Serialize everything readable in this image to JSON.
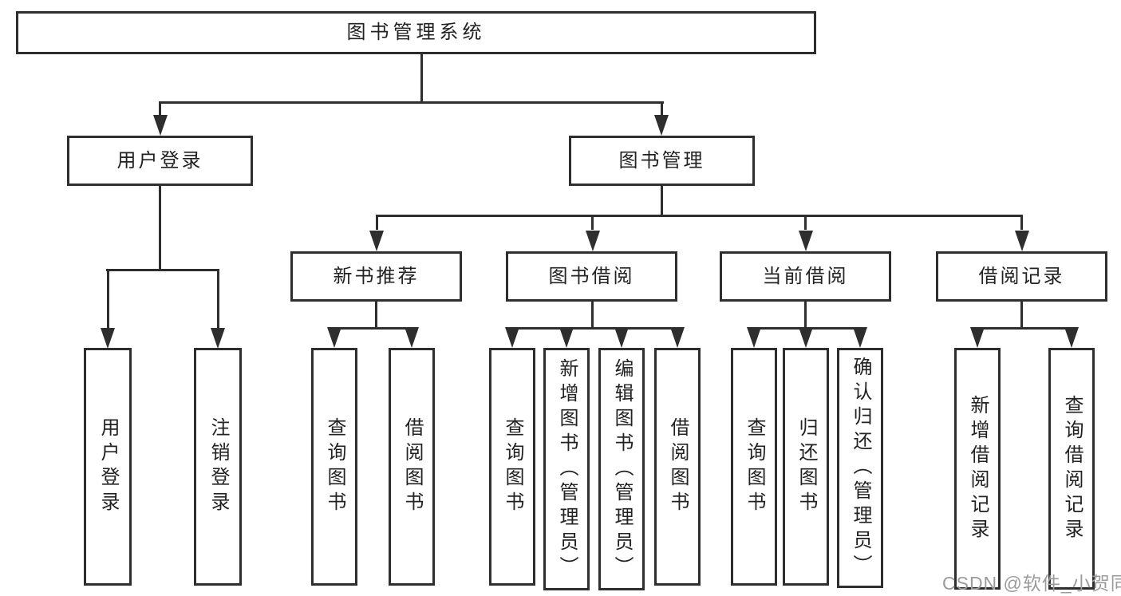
{
  "diagram": {
    "title_node": "图书管理系统",
    "root": {
      "label": "图书管理系统"
    },
    "branches": [
      {
        "id": "user-login",
        "label": "用户登录",
        "children": [
          {
            "label": "用户登录"
          },
          {
            "label": "注销登录"
          }
        ]
      },
      {
        "id": "book-management",
        "label": "图书管理",
        "groups": [
          {
            "label": "新书推荐",
            "children": [
              {
                "label": "查询图书"
              },
              {
                "label": "借阅图书"
              }
            ]
          },
          {
            "label": "图书借阅",
            "children": [
              {
                "label": "查询图书"
              },
              {
                "label": "新增图书（管理员）"
              },
              {
                "label": "编辑图书（管理员）"
              },
              {
                "label": "借阅图书"
              }
            ]
          },
          {
            "label": "当前借阅",
            "children": [
              {
                "label": "查询图书"
              },
              {
                "label": "归还图书"
              },
              {
                "label": "确认归还（管理员）"
              }
            ]
          },
          {
            "label": "借阅记录",
            "children": [
              {
                "label": "新增借阅记录"
              },
              {
                "label": "查询借阅记录"
              }
            ]
          }
        ]
      }
    ]
  },
  "watermark": {
    "text": "CSDN @软件_小贺同学"
  },
  "colors": {
    "line": "#2e2e2e",
    "text": "#222222",
    "box_fill": "#ffffff",
    "background": "#ffffff",
    "watermark": "#9b9b9b"
  }
}
